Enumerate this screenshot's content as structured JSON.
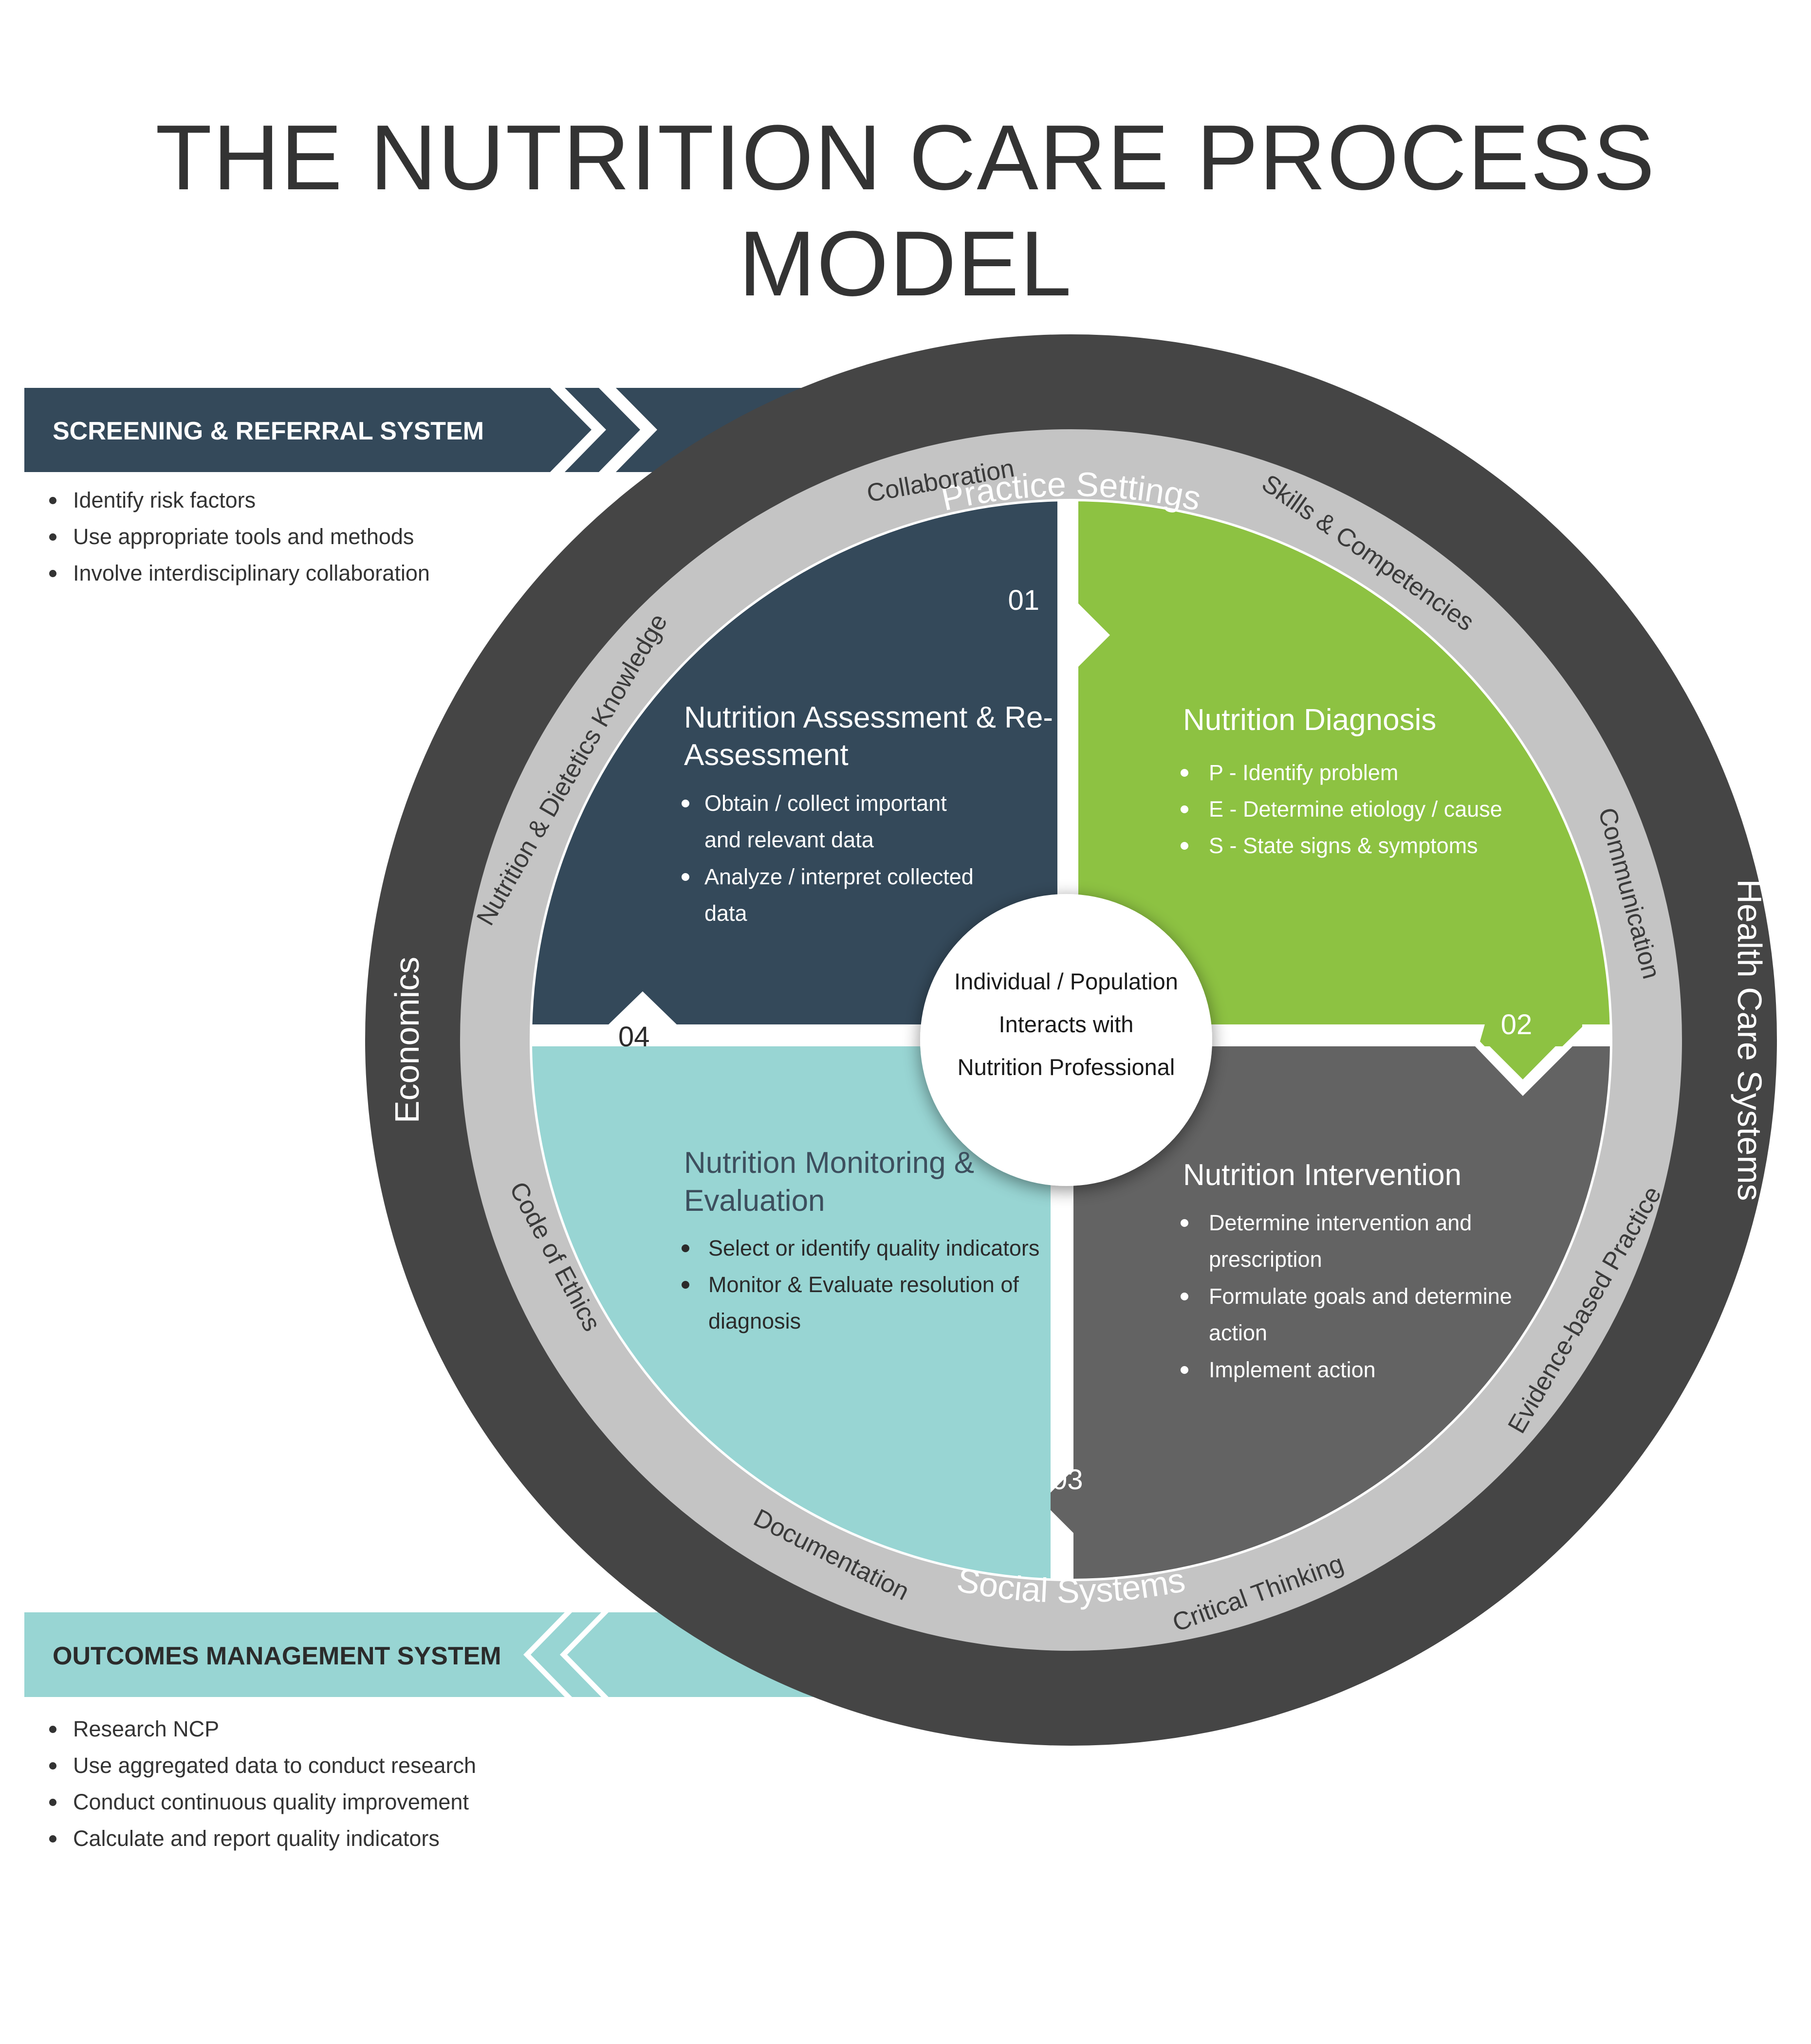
{
  "title": "THE NUTRITION CARE PROCESS MODEL",
  "colors": {
    "navy": "#34495a",
    "green": "#8dc242",
    "gray": "#636363",
    "teal": "#98d5d3",
    "outer_ring": "#454545",
    "inner_ring": "#c4c4c4",
    "text_dark": "#333333"
  },
  "screening": {
    "label": "SCREENING & REFERRAL SYSTEM",
    "items": [
      "Identify risk factors",
      "Use  appropriate tools and methods",
      "Involve interdisciplinary collaboration"
    ]
  },
  "outcomes": {
    "label": "OUTCOMES MANAGEMENT SYSTEM",
    "items": [
      "Research NCP",
      "Use aggregated data to conduct research",
      "Conduct continuous quality improvement",
      "Calculate and report quality indicators"
    ]
  },
  "outer_ring": {
    "top": "Practice Settings",
    "right": "Health Care Systems",
    "bottom": "Social Systems",
    "left": "Economics"
  },
  "inner_ring": {
    "collaboration": "Collaboration",
    "skills": "Skills & Competencies",
    "communication": "Communication",
    "evidence": "Evidence-based Practice",
    "critical": "Critical Thinking",
    "documentation": "Documentation",
    "ethics": "Code of Ethics",
    "knowledge": "Nutrition & Dietetics Knowledge"
  },
  "center": {
    "line1": "Individual / Population",
    "line2": "Interacts with",
    "line3": "Nutrition Professional"
  },
  "steps": {
    "assessment": {
      "number": "01",
      "title_line1": "Nutrition Assessment & Re-",
      "title_line2": "Assessment",
      "bullets": [
        [
          "Obtain / collect important",
          "and relevant data"
        ],
        [
          "Analyze / interpret collected",
          "data"
        ]
      ]
    },
    "diagnosis": {
      "number": "02",
      "title": "Nutrition Diagnosis",
      "bullets": [
        "P - Identify problem",
        "E - Determine etiology / cause",
        "S - State signs & symptoms"
      ]
    },
    "intervention": {
      "number": "03",
      "title": "Nutrition Intervention",
      "bullets": [
        [
          "Determine intervention and",
          "prescription"
        ],
        [
          "Formulate goals and determine",
          "action"
        ],
        [
          "Implement action"
        ]
      ]
    },
    "monitoring": {
      "number": "04",
      "title_line1": "Nutrition Monitoring &",
      "title_line2": "Evaluation",
      "bullets": [
        [
          "Select or identify quality indicators"
        ],
        [
          "Monitor & Evaluate resolution of",
          "diagnosis"
        ]
      ]
    }
  }
}
